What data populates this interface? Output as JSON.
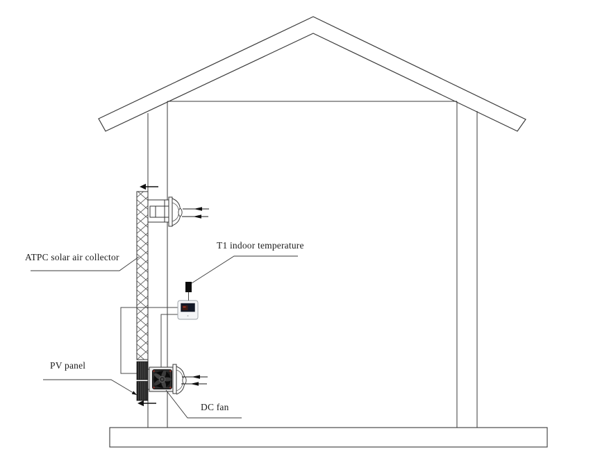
{
  "diagram": {
    "type": "schematic-line-drawing",
    "subject": "house cross-section with wall-mounted solar air heating system",
    "labels": {
      "collector": "ATPC solar air collector",
      "t1_sensor": "T1 indoor temperature",
      "pv_panel": "PV panel",
      "dc_fan": "DC fan"
    },
    "components": [
      "roof",
      "ceiling",
      "left-wall",
      "right-wall",
      "floor-slab",
      "solar-air-collector",
      "pv-panel",
      "dc-fan",
      "controller",
      "t1-temperature-sensor",
      "top-air-outlet",
      "bottom-air-inlet"
    ],
    "airflow": {
      "top_outlet_arrows": 2,
      "bottom_inlet_arrows": 2,
      "arrow_direction": "left"
    },
    "colors": {
      "background": "#ffffff",
      "line": "#3a3a3a",
      "component_line": "#333333",
      "fan_body": "#1f1f1f",
      "fan_accent_red": "#a93226",
      "controller_body": "#f4f5f7",
      "controller_screen": "#121826",
      "controller_screen_glow": "#c0392b",
      "sensor_fill": "#0c0c0c"
    }
  }
}
